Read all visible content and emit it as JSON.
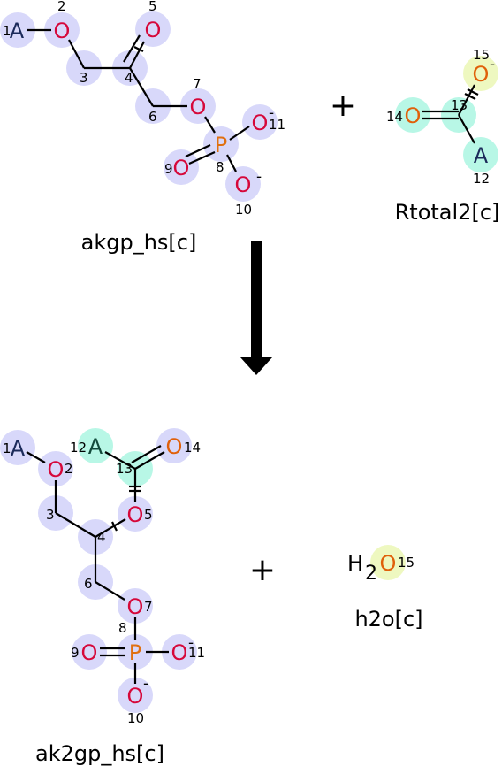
{
  "colors": {
    "halo_a": "#d8d8fa",
    "halo_b": "#b8f7e6",
    "halo_c": "#eef8c0",
    "oxygen_red": "#d6083a",
    "oxygen_orange": "#e0600a",
    "phosphorus": "#e07010",
    "r_group": "#1b2a5a"
  },
  "reaction": {
    "reactant_1": {
      "name": "akgp_hs[c]",
      "atoms": [
        {
          "id": 1,
          "element": "A",
          "halo": "a"
        },
        {
          "id": 2,
          "element": "O",
          "halo": "a"
        },
        {
          "id": 3,
          "element": "",
          "halo": "a"
        },
        {
          "id": 4,
          "element": "",
          "halo": "a"
        },
        {
          "id": 5,
          "element": "O",
          "halo": "a"
        },
        {
          "id": 6,
          "element": "",
          "halo": "a"
        },
        {
          "id": 7,
          "element": "O",
          "halo": "a"
        },
        {
          "id": 8,
          "element": "P",
          "halo": "a"
        },
        {
          "id": 9,
          "element": "O",
          "halo": "a"
        },
        {
          "id": 10,
          "element": "O",
          "halo": "a",
          "charge": "-"
        },
        {
          "id": 11,
          "element": "O",
          "halo": "a",
          "charge": "-"
        }
      ]
    },
    "reactant_2": {
      "name": "Rtotal2[c]",
      "atoms": [
        {
          "id": 12,
          "element": "A",
          "halo": "b"
        },
        {
          "id": 13,
          "element": "",
          "halo": "b"
        },
        {
          "id": 14,
          "element": "O",
          "halo": "b"
        },
        {
          "id": 15,
          "element": "O",
          "halo": "c",
          "charge": "-"
        }
      ]
    },
    "product_1": {
      "name": "ak2gp_hs[c]",
      "atoms": [
        {
          "id": 1,
          "element": "A",
          "halo": "a"
        },
        {
          "id": 2,
          "element": "O",
          "halo": "a"
        },
        {
          "id": 3,
          "element": "",
          "halo": "a"
        },
        {
          "id": 4,
          "element": "",
          "halo": "a"
        },
        {
          "id": 5,
          "element": "O",
          "halo": "a"
        },
        {
          "id": 6,
          "element": "",
          "halo": "a"
        },
        {
          "id": 7,
          "element": "O",
          "halo": "a"
        },
        {
          "id": 8,
          "element": "P",
          "halo": "a"
        },
        {
          "id": 9,
          "element": "O",
          "halo": "a"
        },
        {
          "id": 10,
          "element": "O",
          "halo": "a",
          "charge": "-"
        },
        {
          "id": 11,
          "element": "O",
          "halo": "a",
          "charge": "-"
        },
        {
          "id": 12,
          "element": "A",
          "halo": "b"
        },
        {
          "id": 13,
          "element": "",
          "halo": "b"
        },
        {
          "id": 14,
          "element": "O",
          "halo": "b"
        }
      ]
    },
    "product_2": {
      "name": "h2o[c]",
      "formula": {
        "h": "H",
        "sub": "2",
        "o": "O"
      },
      "atoms": [
        {
          "id": 15,
          "element": "O",
          "halo": "c"
        }
      ]
    },
    "plus_sign": "+"
  }
}
